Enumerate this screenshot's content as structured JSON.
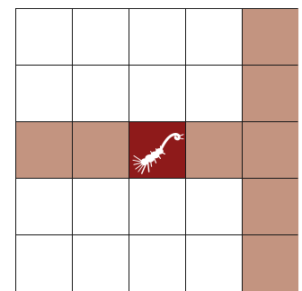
{
  "board": {
    "rows": 5,
    "cols": 5,
    "colors": {
      "empty": "#ffffff",
      "highlight": "#c39480",
      "piece_square": "#8e1a1a",
      "grid_line": "#1a1a1a",
      "piece": "#ffffff"
    },
    "highlighted_cells": [
      [
        0,
        4
      ],
      [
        1,
        4
      ],
      [
        2,
        0
      ],
      [
        2,
        1
      ],
      [
        2,
        3
      ],
      [
        2,
        4
      ],
      [
        3,
        4
      ],
      [
        4,
        4
      ]
    ],
    "piece": {
      "row": 2,
      "col": 2,
      "icon": "crustacean-piece-icon"
    }
  }
}
